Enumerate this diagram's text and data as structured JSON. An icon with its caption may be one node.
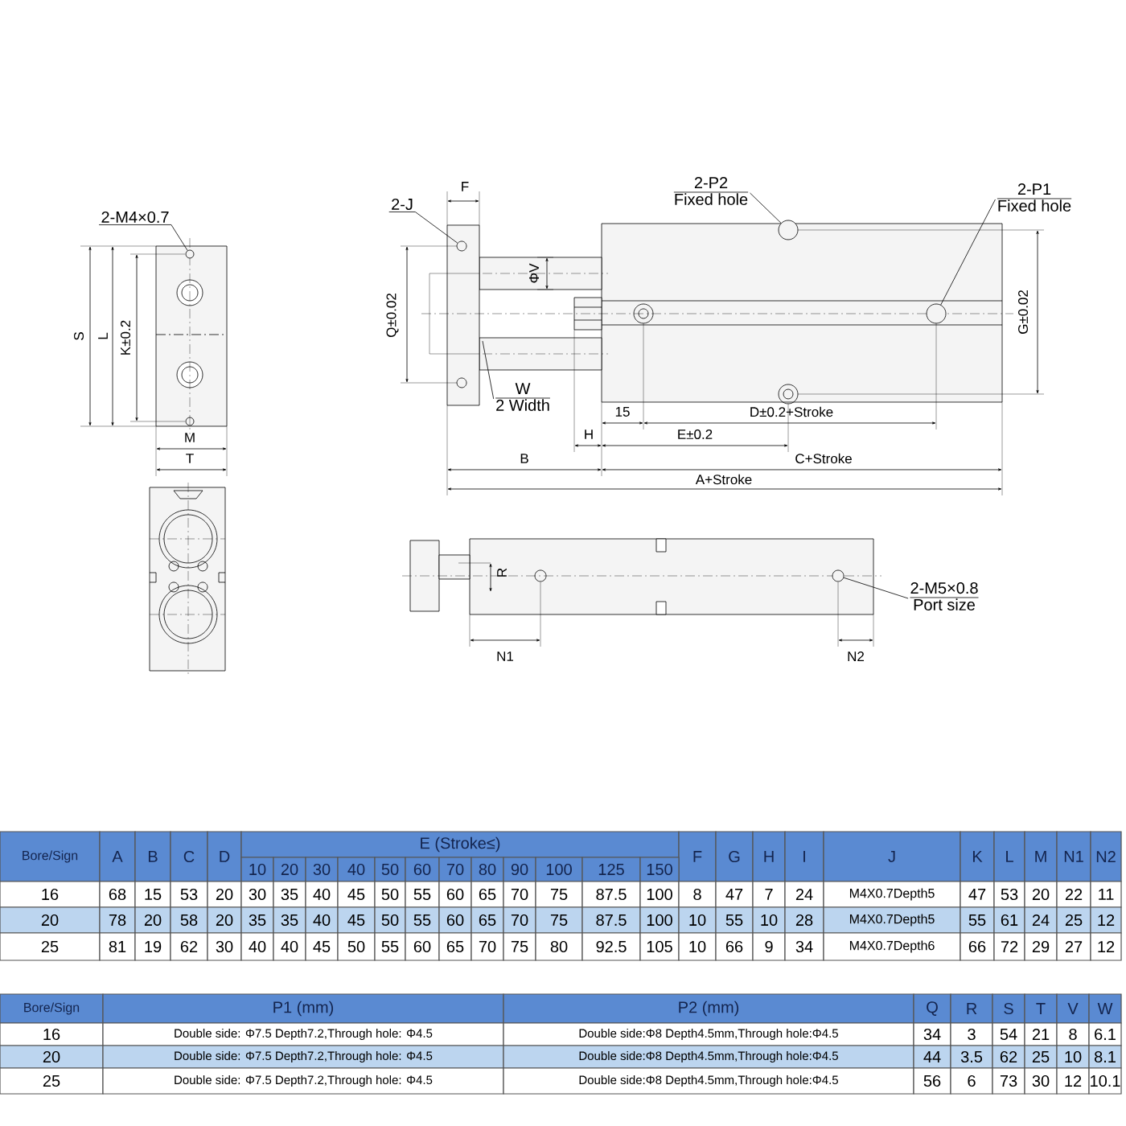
{
  "diagram": {
    "nodes": [
      {
        "text": [
          "2-M4×0.7"
        ]
      },
      {
        "text": [
          "2-J"
        ]
      },
      {
        "text": [
          "2-P2",
          "Fixed hole"
        ]
      },
      {
        "text": [
          "2-P1",
          "Fixed hole"
        ]
      },
      {
        "text": [
          "W",
          "2 Width"
        ]
      },
      {
        "text": [
          "2-M5×0.8",
          "Port size"
        ]
      },
      {
        "text": [],
        "shape": "circle"
      },
      {
        "text": [],
        "shape": "circle"
      },
      {
        "text": [],
        "shape": "circle"
      },
      {
        "text": [],
        "shape": "circle"
      },
      {
        "text": [],
        "shape": "circle"
      }
    ],
    "edges": [
      {
        "from": 0,
        "to": 6,
        "arrow": "none"
      },
      {
        "from": 1,
        "to": 7,
        "arrow": "none"
      },
      {
        "from": 2,
        "to": 8,
        "arrow": "none"
      },
      {
        "from": 3,
        "to": 9,
        "arrow": "none"
      },
      {
        "from": 4,
        "to": null,
        "arrow": "none"
      },
      {
        "from": 5,
        "to": 10,
        "arrow": "none"
      }
    ],
    "labels": [
      "F",
      "S",
      "L",
      "K±0.2",
      "ΦV",
      "Q±0.02",
      "G±0.02",
      "15",
      "D±0.2+Stroke",
      "M",
      "H",
      "E±0.2",
      "T",
      "B",
      "C+Stroke",
      "A+Stroke",
      "R",
      "N1",
      "N2",
      "Bore/Sign",
      "A",
      "B",
      "C",
      "D",
      "E (Stroke≤)",
      "F",
      "G",
      "H",
      "I",
      "J",
      "K",
      "L",
      "M",
      "N1",
      "N2",
      "10",
      "20",
      "30",
      "40",
      "50",
      "60",
      "70",
      "80",
      "90",
      "100",
      "125",
      "150",
      "16",
      "68",
      "15",
      "53",
      "20",
      "30",
      "35",
      "40",
      "45",
      "50",
      "55",
      "60",
      "65",
      "70",
      "75",
      "87.5",
      "100",
      "8",
      "47",
      "7",
      "24",
      "M4X0.7Depth5",
      "47",
      "53",
      "20",
      "22",
      "11",
      "20",
      "78",
      "20",
      "58",
      "20",
      "35",
      "35",
      "40",
      "45",
      "50",
      "55",
      "60",
      "65",
      "70",
      "75",
      "87.5",
      "100",
      "10",
      "55",
      "10",
      "28",
      "M4X0.7Depth5",
      "55",
      "61",
      "24",
      "25",
      "12",
      "25",
      "81",
      "19",
      "62",
      "30",
      "40",
      "40",
      "45",
      "50",
      "55",
      "60",
      "65",
      "70",
      "75",
      "80",
      "92.5",
      "105",
      "10",
      "66",
      "9",
      "34",
      "M4X0.7Depth6",
      "66",
      "72",
      "29",
      "27",
      "12",
      "Bore/Sign",
      "P1 (mm)",
      "P2 (mm)",
      "Q",
      "R",
      "S",
      "T",
      "V",
      "W",
      "16",
      "Double side: Φ7.5 Depth7.2,Through hole: Φ4.5",
      "Double side:Φ8 Depth4.5mm,Through hole:Φ4.5",
      "34",
      "3",
      "54",
      "21",
      "8",
      "6.1",
      "20",
      "Double side: Φ7.5 Depth7.2,Through hole: Φ4.5",
      "Double side:Φ8 Depth4.5mm,Through hole:Φ4.5",
      "44",
      "3.5",
      "62",
      "25",
      "10",
      "8.1",
      "25",
      "Double side: Φ7.5 Depth7.2,Through hole: Φ4.5",
      "Double side:Φ8 Depth4.5mm,Through hole:Φ4.5",
      "56",
      "6",
      "73",
      "30",
      "12",
      "10.1"
    ]
  }
}
